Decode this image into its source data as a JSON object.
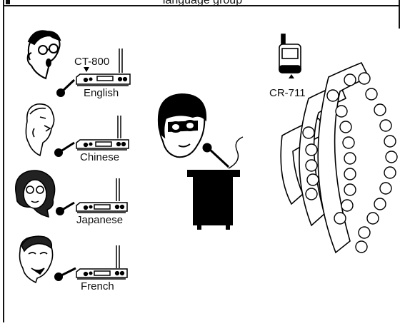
{
  "header": {
    "title": "language group"
  },
  "transmitter_model": "CT-800",
  "receiver_model": "CR-711",
  "languages": [
    "English",
    "Chinese",
    "Japanese",
    "French"
  ],
  "colors": {
    "ink": "#000000",
    "paper": "#ffffff",
    "frame": "#111111"
  }
}
